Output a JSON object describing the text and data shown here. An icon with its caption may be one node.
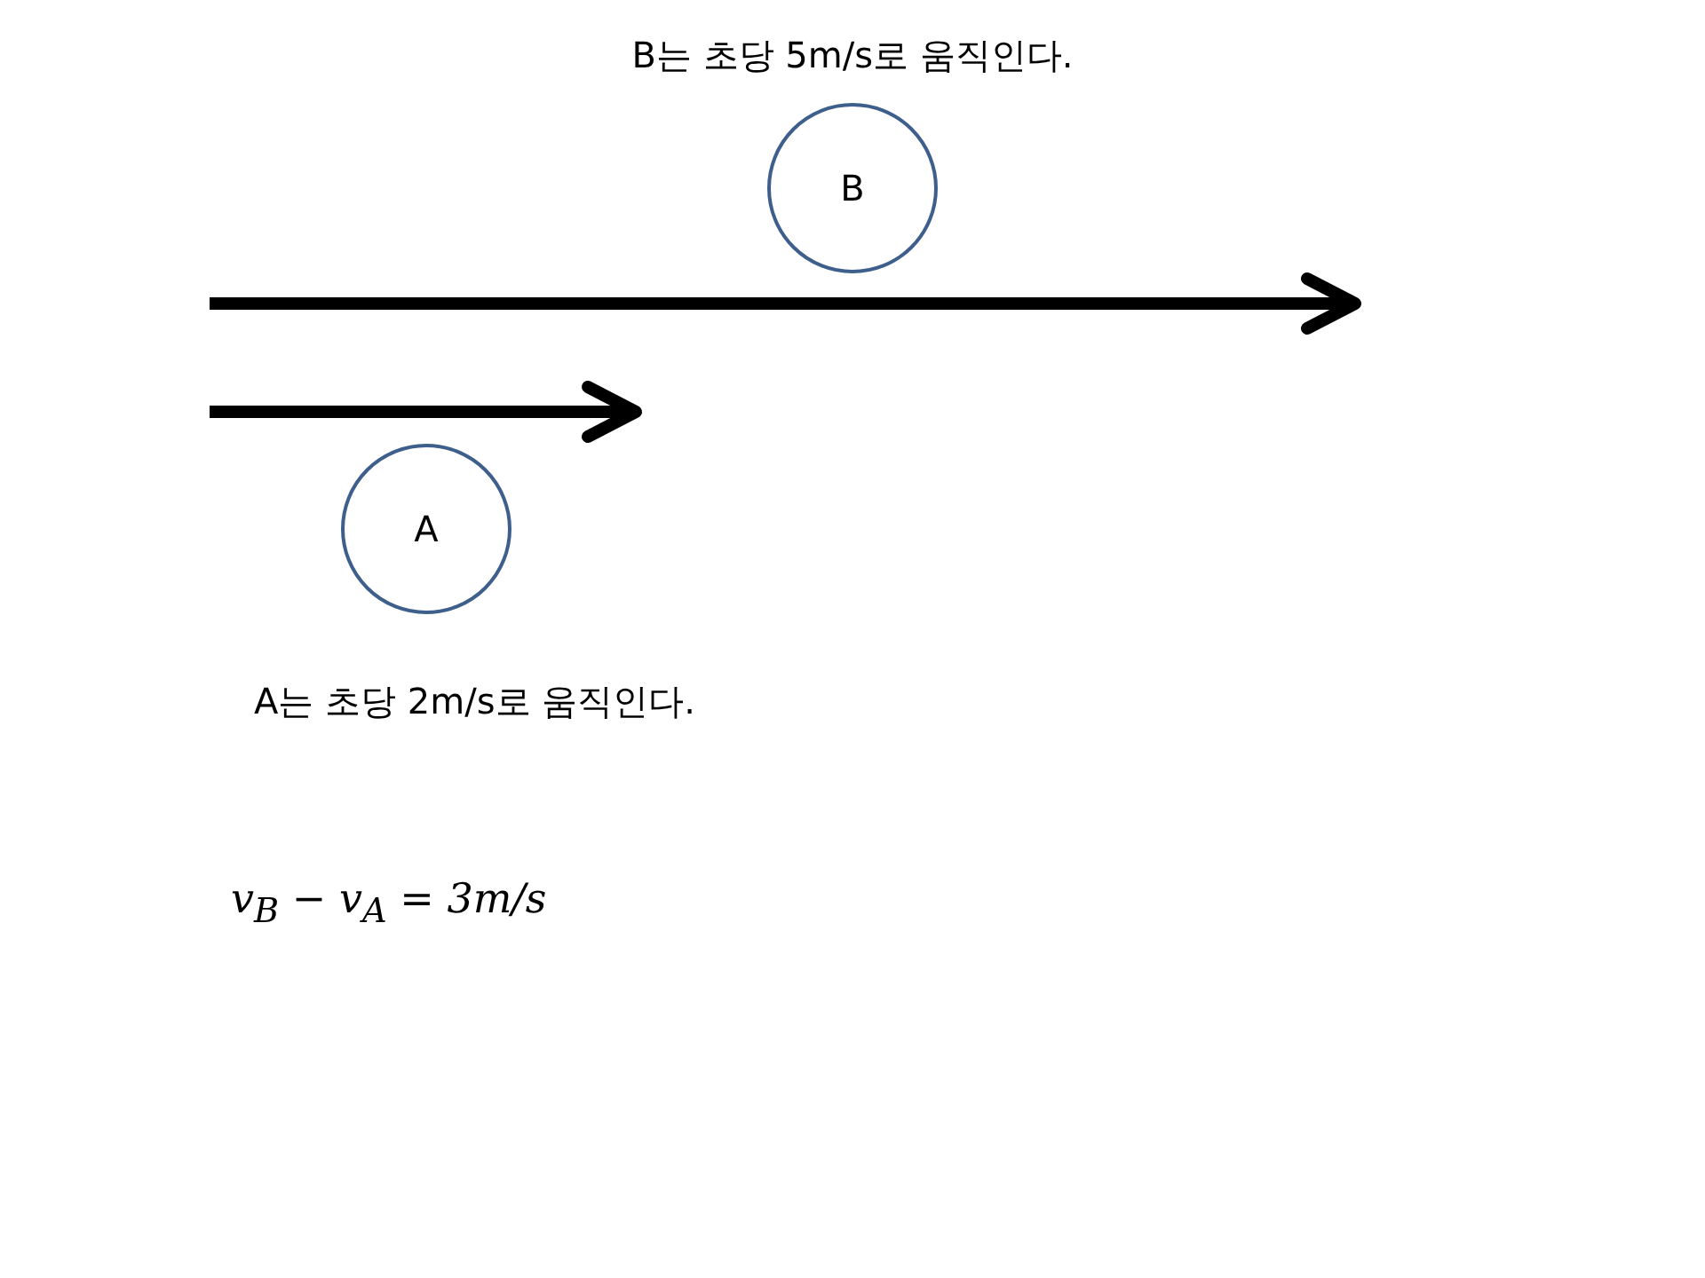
{
  "diagram": {
    "nodes": [
      {
        "text": [
          "B"
        ]
      },
      {
        "text": [
          "A"
        ]
      }
    ],
    "labels": [
      "B는 초당 5m/s로 움직인다.",
      "A는 초당 2m/s로 움직인다.",
      "v$_{B}$ − v$_{A}$ = 3m/s"
    ]
  }
}
